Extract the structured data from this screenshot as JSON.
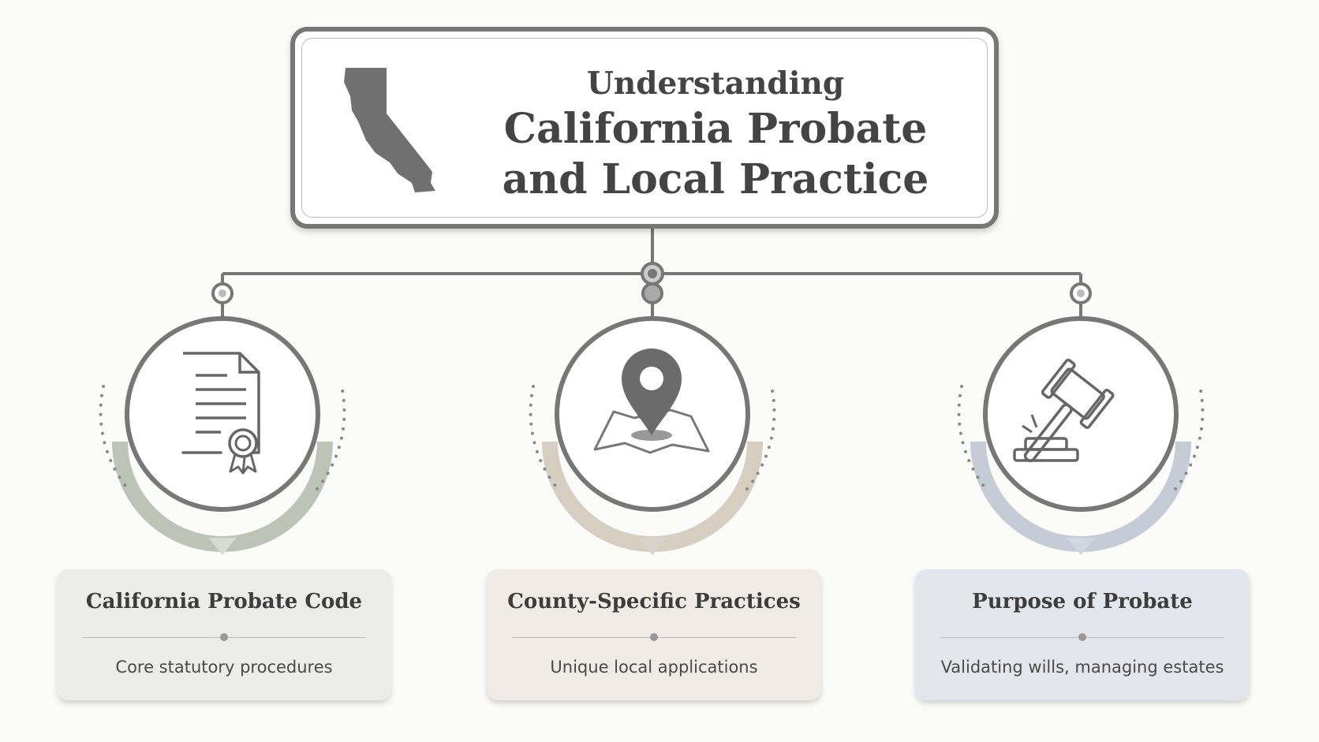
{
  "title": {
    "line1": "Understanding",
    "line2": "California Probate",
    "line3": "and Local Practice",
    "icon": "california-map-icon"
  },
  "nodes": [
    {
      "title": "California Probate Code",
      "subtitle": "Core statutory procedures",
      "icon": "document-certificate-icon",
      "accent": "#a8b0a0",
      "card_color": "#ececea"
    },
    {
      "title": "County-Specific Practices",
      "subtitle": "Unique local applications",
      "icon": "map-pin-icon",
      "accent": "#c8bfae",
      "card_color": "#f0ebe4"
    },
    {
      "title": "Purpose of Probate",
      "subtitle": "Validating wills, managing estates",
      "icon": "gavel-icon",
      "accent": "#b4bcc8",
      "card_color": "#e3e6ec"
    }
  ]
}
